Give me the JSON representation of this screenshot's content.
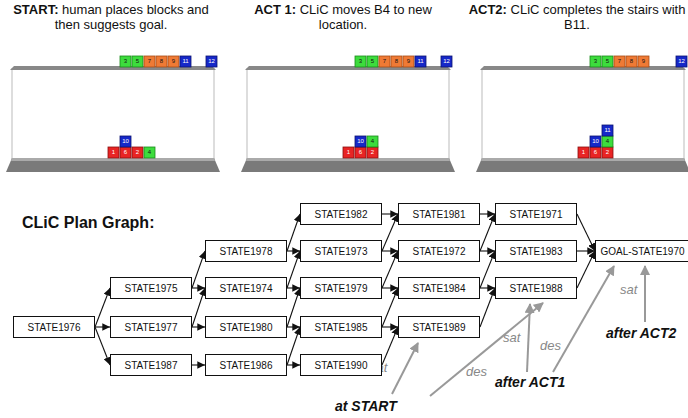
{
  "diagram": {
    "nodes": [
      {
        "text": [
          "STATE1976"
        ]
      },
      {
        "text": [
          "STATE1975"
        ]
      },
      {
        "text": [
          "STATE1977"
        ]
      },
      {
        "text": [
          "STATE1987"
        ]
      },
      {
        "text": [
          "STATE1978"
        ]
      },
      {
        "text": [
          "STATE1974"
        ]
      },
      {
        "text": [
          "STATE1980"
        ]
      },
      {
        "text": [
          "STATE1986"
        ]
      },
      {
        "text": [
          "STATE1982"
        ]
      },
      {
        "text": [
          "STATE1973"
        ]
      },
      {
        "text": [
          "STATE1979"
        ]
      },
      {
        "text": [
          "STATE1985"
        ]
      },
      {
        "text": [
          "STATE1990"
        ]
      },
      {
        "text": [
          "STATE1981"
        ]
      },
      {
        "text": [
          "STATE1972"
        ]
      },
      {
        "text": [
          "STATE1984"
        ]
      },
      {
        "text": [
          "STATE1989"
        ]
      },
      {
        "text": [
          "STATE1971"
        ]
      },
      {
        "text": [
          "STATE1983"
        ]
      },
      {
        "text": [
          "STATE1988"
        ]
      },
      {
        "text": [
          "GOAL-STATE1970"
        ]
      }
    ],
    "edges": [
      {
        "from": 0,
        "to": 1,
        "arrow": "to"
      },
      {
        "from": 0,
        "to": 2,
        "arrow": "to"
      },
      {
        "from": 0,
        "to": 3,
        "arrow": "to"
      },
      {
        "from": 1,
        "to": 4,
        "arrow": "to"
      },
      {
        "from": 1,
        "to": 5,
        "arrow": "to"
      },
      {
        "from": 2,
        "to": 5,
        "arrow": "to"
      },
      {
        "from": 2,
        "to": 6,
        "arrow": "to"
      },
      {
        "from": 3,
        "to": 7,
        "arrow": "to"
      },
      {
        "from": 4,
        "to": 8,
        "arrow": "to"
      },
      {
        "from": 4,
        "to": 9,
        "arrow": "to"
      },
      {
        "from": 5,
        "to": 9,
        "arrow": "to"
      },
      {
        "from": 5,
        "to": 10,
        "arrow": "to"
      },
      {
        "from": 6,
        "to": 10,
        "arrow": "to"
      },
      {
        "from": 6,
        "to": 11,
        "arrow": "to"
      },
      {
        "from": 7,
        "to": 11,
        "arrow": "to"
      },
      {
        "from": 7,
        "to": 12,
        "arrow": "to"
      },
      {
        "from": 8,
        "to": 13,
        "arrow": "to"
      },
      {
        "from": 9,
        "to": 13,
        "arrow": "to"
      },
      {
        "from": 9,
        "to": 14,
        "arrow": "to"
      },
      {
        "from": 10,
        "to": 14,
        "arrow": "to"
      },
      {
        "from": 10,
        "to": 15,
        "arrow": "to"
      },
      {
        "from": 11,
        "to": 15,
        "arrow": "to"
      },
      {
        "from": 11,
        "to": 16,
        "arrow": "to"
      },
      {
        "from": 12,
        "to": 16,
        "arrow": "to"
      },
      {
        "from": 13,
        "to": 17,
        "arrow": "to"
      },
      {
        "from": 14,
        "to": 17,
        "arrow": "to"
      },
      {
        "from": 14,
        "to": 18,
        "arrow": "to"
      },
      {
        "from": 15,
        "to": 18,
        "arrow": "to"
      },
      {
        "from": 15,
        "to": 19,
        "arrow": "to"
      },
      {
        "from": 16,
        "to": 19,
        "arrow": "to"
      },
      {
        "from": 17,
        "to": 20,
        "arrow": "to"
      },
      {
        "from": 18,
        "to": 20,
        "arrow": "to"
      },
      {
        "from": 19,
        "to": 20,
        "arrow": "to"
      }
    ],
    "labels": [
      "START:",
      "human places blocks and then suggests goal.",
      "ACT 1:",
      "CLiC moves B4 to new location.",
      "ACT2:",
      "CLiC completes the stairs with B11.",
      "CLiC Plan Graph:",
      "3",
      "5",
      "7",
      "8",
      "9",
      "11",
      "12",
      "1",
      "6",
      "2",
      "4",
      "10",
      "3",
      "5",
      "7",
      "8",
      "9",
      "11",
      "12",
      "1",
      "6",
      "2",
      "10",
      "4",
      "3",
      "5",
      "7",
      "8",
      "9",
      "12",
      "1",
      "6",
      "2",
      "10",
      "4",
      "11",
      "sat",
      "des",
      "at START",
      "sat",
      "after ACT1",
      "des",
      "sat",
      "after ACT2"
    ]
  }
}
